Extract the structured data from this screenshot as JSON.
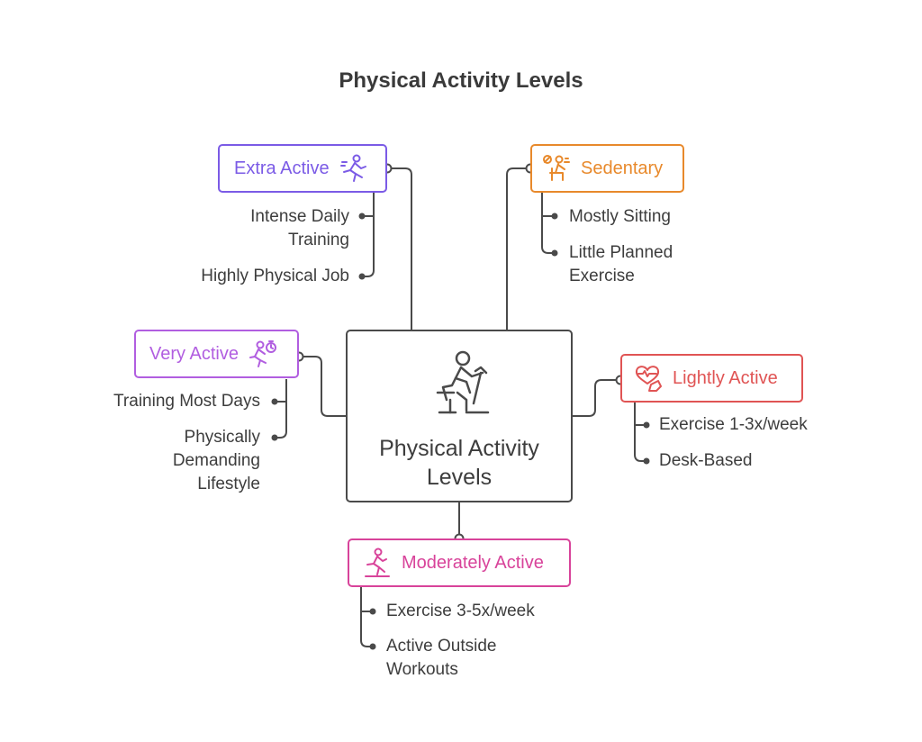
{
  "title": "Physical Activity Levels",
  "center": {
    "label_line1": "Physical Activity",
    "label_line2": "Levels",
    "icon": "stationary-bike-icon"
  },
  "nodes": {
    "extra_active": {
      "label": "Extra Active",
      "color": "#7b5be6",
      "icon": "running-person-icon",
      "items": [
        {
          "line1": "Intense Daily",
          "line2": "Training"
        },
        {
          "line1": "Highly Physical Job"
        }
      ]
    },
    "sedentary": {
      "label": "Sedentary",
      "color": "#e8892b",
      "icon": "sitting-person-icon",
      "items": [
        {
          "line1": "Mostly Sitting"
        },
        {
          "line1": "Little Planned",
          "line2": "Exercise"
        }
      ]
    },
    "very_active": {
      "label": "Very Active",
      "color": "#b15ee0",
      "icon": "sprinting-timer-icon",
      "items": [
        {
          "line1": "Training Most Days"
        },
        {
          "line1": "Physically",
          "line2": "Demanding",
          "line3": "Lifestyle"
        }
      ]
    },
    "lightly_active": {
      "label": "Lightly Active",
      "color": "#e05454",
      "icon": "heart-monitor-arm-icon",
      "items": [
        {
          "line1": "Exercise 1-3x/week"
        },
        {
          "line1": "Desk-Based"
        }
      ]
    },
    "moderately_active": {
      "label": "Moderately Active",
      "color": "#d8439a",
      "icon": "jogging-person-icon",
      "items": [
        {
          "line1": "Exercise 3-5x/week"
        },
        {
          "line1": "Active Outside",
          "line2": "Workouts"
        }
      ]
    }
  }
}
